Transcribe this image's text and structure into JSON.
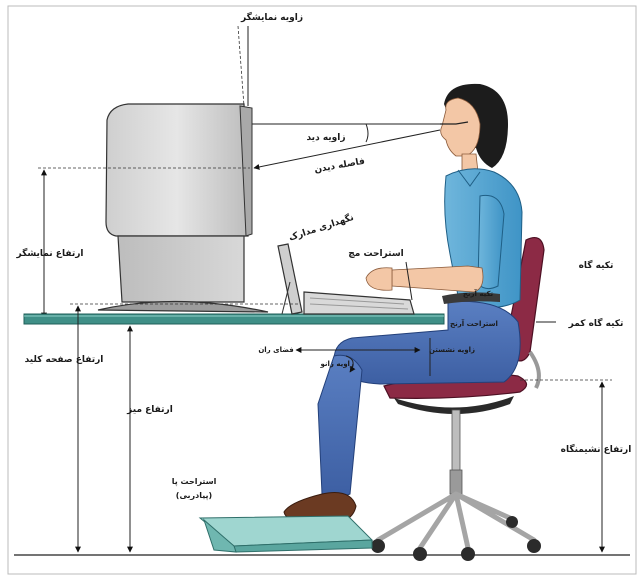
{
  "labels": {
    "monitor_angle": "زاویه نمایشگر",
    "view_angle": "زاویه دید",
    "view_distance": "فاصله دیدن",
    "monitor_height": "ارتفاع نمایشگر",
    "document_holder": "نگهداری مدارک",
    "wrist_rest": "استراحت مچ",
    "backrest": "تکیه گاه",
    "arm_rest": "استراحت آرنج",
    "lumbar_support": "تکیه گاه کمر",
    "thigh_space": "فضای ران",
    "knee_angle": "زاویه زانو",
    "seat_angle": "زاویه نشستن",
    "keyboard_height": "ارتفاع صفحه کلید",
    "desk_height": "ارتفاع میز",
    "seat_height": "ارتفاع نشیمنگاه",
    "footrest": "استراحت پا",
    "footrest_note": "(پیادربی)",
    "elbow_rest_small": "تکیه آرنج"
  }
}
